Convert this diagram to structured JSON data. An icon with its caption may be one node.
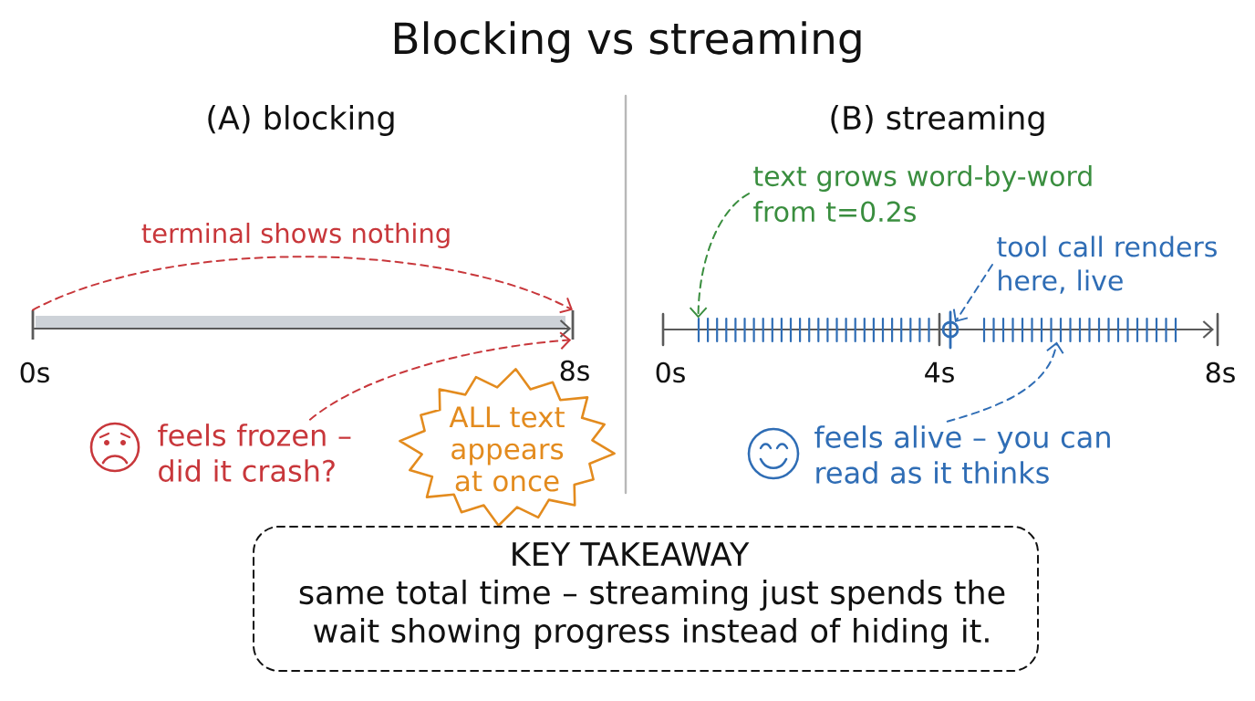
{
  "diagram": {
    "title": "Blocking vs streaming",
    "nodes": [
      {
        "text": [],
        "shape": "bar"
      },
      {
        "text": [],
        "shape": "bar"
      },
      {
        "text": [
          "feels frozen – did it crash?"
        ]
      },
      {
        "text": [
          "ALL text appears at once"
        ]
      },
      {
        "text": [
          "text grows word-by-word from t=0.2s"
        ]
      },
      {
        "text": [
          "tool call renders here, live"
        ]
      },
      {
        "text": [],
        "shape": "ticks"
      },
      {
        "text": [],
        "shape": "circle"
      },
      {
        "text": [],
        "shape": "ticks"
      },
      {
        "text": [
          "feels alive – you can read as it thinks"
        ]
      },
      {
        "text": [
          "KEY TAKEAWAY",
          "same total time – streaming just spends the wait showing progress instead of hiding it."
        ]
      }
    ],
    "edges": [
      {
        "from": 0,
        "to": 1,
        "arrow": "to",
        "label": "terminal shows nothing",
        "style": "dashed",
        "color": "#c8373b"
      },
      {
        "from": 0,
        "to": 1,
        "arrow": "to",
        "color": "#5a5a5a"
      },
      {
        "from": 2,
        "to": 1,
        "arrow": "to",
        "style": "dashed",
        "color": "#c8373b"
      },
      {
        "from": 4,
        "to": 6,
        "arrow": "to",
        "style": "dashed",
        "color": "#3a8e3f"
      },
      {
        "from": 5,
        "to": 7,
        "arrow": "to",
        "style": "dashed",
        "color": "#2f6db5"
      },
      {
        "from": 9,
        "to": 8,
        "arrow": "to",
        "style": "dashed",
        "color": "#2f6db5"
      }
    ],
    "labels": [
      "(A) blocking",
      "(B) streaming",
      "0s",
      "8s",
      "0s",
      "4s",
      "8s"
    ]
  }
}
